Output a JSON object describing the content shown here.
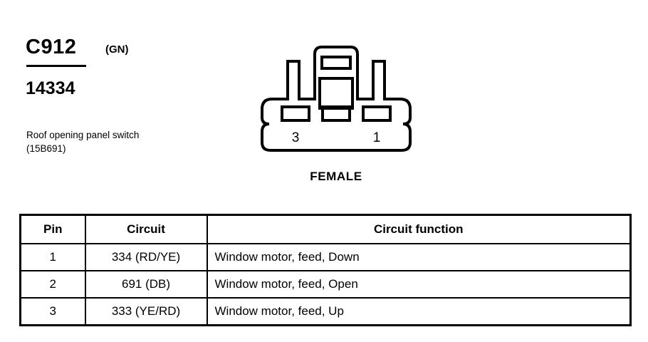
{
  "header": {
    "connector_id": "C912",
    "color_code": "(GN)",
    "part_number": "14334",
    "description": "Roof opening panel switch (15B691)"
  },
  "connector": {
    "caption": "FEMALE",
    "pin_labels": [
      "3",
      "1"
    ],
    "cavity_count": 3,
    "outline_color": "#000000"
  },
  "table": {
    "headers": {
      "pin": "Pin",
      "circuit": "Circuit",
      "function": "Circuit function"
    },
    "rows": [
      {
        "pin": "1",
        "circuit": "334 (RD/YE)",
        "function": "Window motor, feed, Down"
      },
      {
        "pin": "2",
        "circuit": "691 (DB)",
        "function": "Window motor, feed, Open"
      },
      {
        "pin": "3",
        "circuit": "333 (YE/RD)",
        "function": "Window motor, feed, Up"
      }
    ]
  }
}
